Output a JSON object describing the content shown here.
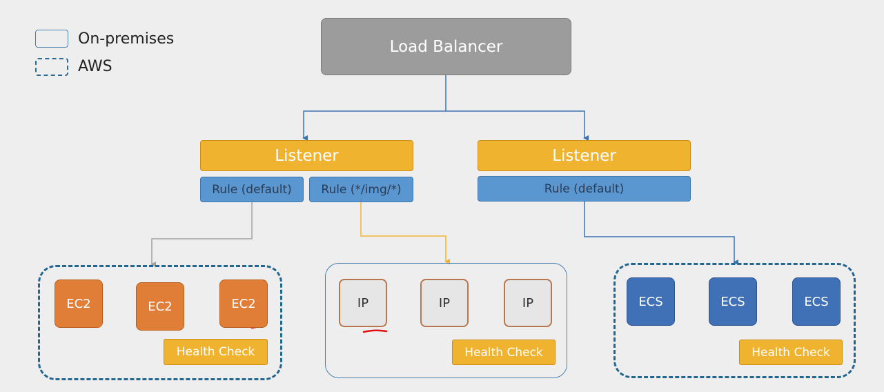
{
  "legend": {
    "on_premises": "On-premises",
    "aws": "AWS"
  },
  "load_balancer": "Load Balancer",
  "listeners": [
    {
      "label": "Listener",
      "rules": [
        "Rule (default)",
        "Rule (*/img/*)"
      ]
    },
    {
      "label": "Listener",
      "rules": [
        "Rule (default)"
      ]
    }
  ],
  "target_groups": [
    {
      "style": "AWS",
      "targets": [
        "EC2",
        "EC2",
        "EC2"
      ],
      "health_check": "Health Check"
    },
    {
      "style": "On-premises",
      "targets": [
        "IP",
        "IP",
        "IP"
      ],
      "health_check": "Health Check"
    },
    {
      "style": "AWS",
      "targets": [
        "ECS",
        "ECS",
        "ECS"
      ],
      "health_check": "Health Check"
    }
  ],
  "colors": {
    "listener": "#f0b330",
    "rule": "#5a96cf",
    "ec2": "#e07e38",
    "ecs": "#4070b6",
    "load_balancer": "#9c9c9c",
    "connector_blue": "#3a72b0",
    "connector_gray": "#a0a0a0",
    "connector_yellow": "#f0b330"
  }
}
